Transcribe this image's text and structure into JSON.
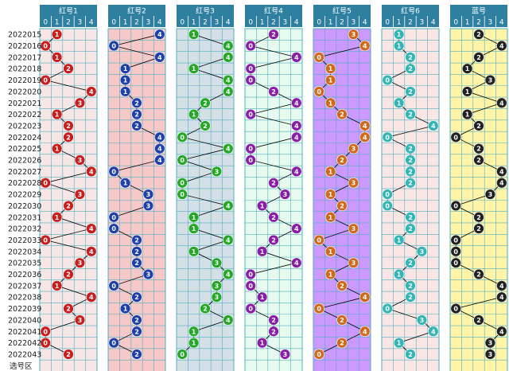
{
  "chart_data": {
    "type": "scatter",
    "title": "",
    "footer_label": "选号区",
    "periods": [
      "2022015",
      "2022016",
      "2022017",
      "2022018",
      "2022019",
      "2022020",
      "2022021",
      "2022022",
      "2022023",
      "2022024",
      "2022025",
      "2022026",
      "2022027",
      "2022028",
      "2022029",
      "2022030",
      "2022031",
      "2022032",
      "2022033",
      "2022034",
      "2022035",
      "2022036",
      "2022037",
      "2022038",
      "2022039",
      "2022040",
      "2022041",
      "2022042",
      "2022043"
    ],
    "columns": [
      "0",
      "1",
      "2",
      "3",
      "4"
    ],
    "series": [
      {
        "name": "红号1",
        "bg": "#f6e6e6",
        "ball": "#c81e1e",
        "values": [
          1,
          0,
          1,
          2,
          0,
          4,
          3,
          1,
          2,
          2,
          1,
          3,
          4,
          0,
          3,
          2,
          1,
          4,
          0,
          4,
          3,
          2,
          1,
          4,
          2,
          3,
          0,
          0,
          2
        ]
      },
      {
        "name": "红号2",
        "bg": "#f7c8c8",
        "ball": "#1f3faa",
        "values": [
          4,
          0,
          4,
          1,
          1,
          1,
          2,
          2,
          2,
          4,
          4,
          4,
          0,
          1,
          3,
          3,
          0,
          0,
          2,
          2,
          2,
          3,
          0,
          2,
          1,
          2,
          2,
          0,
          2
        ]
      },
      {
        "name": "红号3",
        "bg": "#d4dfe6",
        "ball": "#26a826",
        "values": [
          1,
          4,
          4,
          1,
          4,
          4,
          2,
          1,
          2,
          0,
          4,
          0,
          3,
          0,
          0,
          4,
          1,
          1,
          4,
          1,
          3,
          4,
          3,
          3,
          2,
          4,
          1,
          1,
          0
        ]
      },
      {
        "name": "红号4",
        "bg": "#e6faee",
        "ball": "#8a1ea6",
        "values": [
          2,
          0,
          4,
          0,
          0,
          2,
          4,
          0,
          4,
          4,
          0,
          0,
          4,
          2,
          3,
          1,
          2,
          4,
          2,
          1,
          4,
          0,
          0,
          1,
          0,
          2,
          2,
          1,
          3
        ]
      },
      {
        "name": "红号5",
        "bg": "#cc99ff",
        "ball": "#d06a1a",
        "values": [
          3,
          4,
          0,
          1,
          1,
          0,
          1,
          2,
          4,
          4,
          3,
          2,
          1,
          3,
          1,
          2,
          1,
          3,
          0,
          1,
          3,
          1,
          2,
          4,
          0,
          2,
          4,
          2,
          0
        ]
      },
      {
        "name": "红号6",
        "bg": "#fbe6e6",
        "ball": "#33b5b5",
        "values": [
          1,
          1,
          2,
          2,
          0,
          2,
          1,
          2,
          4,
          0,
          2,
          2,
          2,
          2,
          0,
          0,
          2,
          2,
          1,
          3,
          2,
          1,
          2,
          2,
          0,
          3,
          4,
          1,
          2
        ]
      },
      {
        "name": "蓝号",
        "bg": "#fff4a8",
        "ball": "#222222",
        "values": [
          2,
          4,
          2,
          1,
          3,
          1,
          4,
          1,
          2,
          0,
          2,
          2,
          4,
          4,
          3,
          0,
          2,
          2,
          0,
          0,
          0,
          2,
          4,
          4,
          0,
          2,
          4,
          3,
          3
        ]
      }
    ]
  }
}
